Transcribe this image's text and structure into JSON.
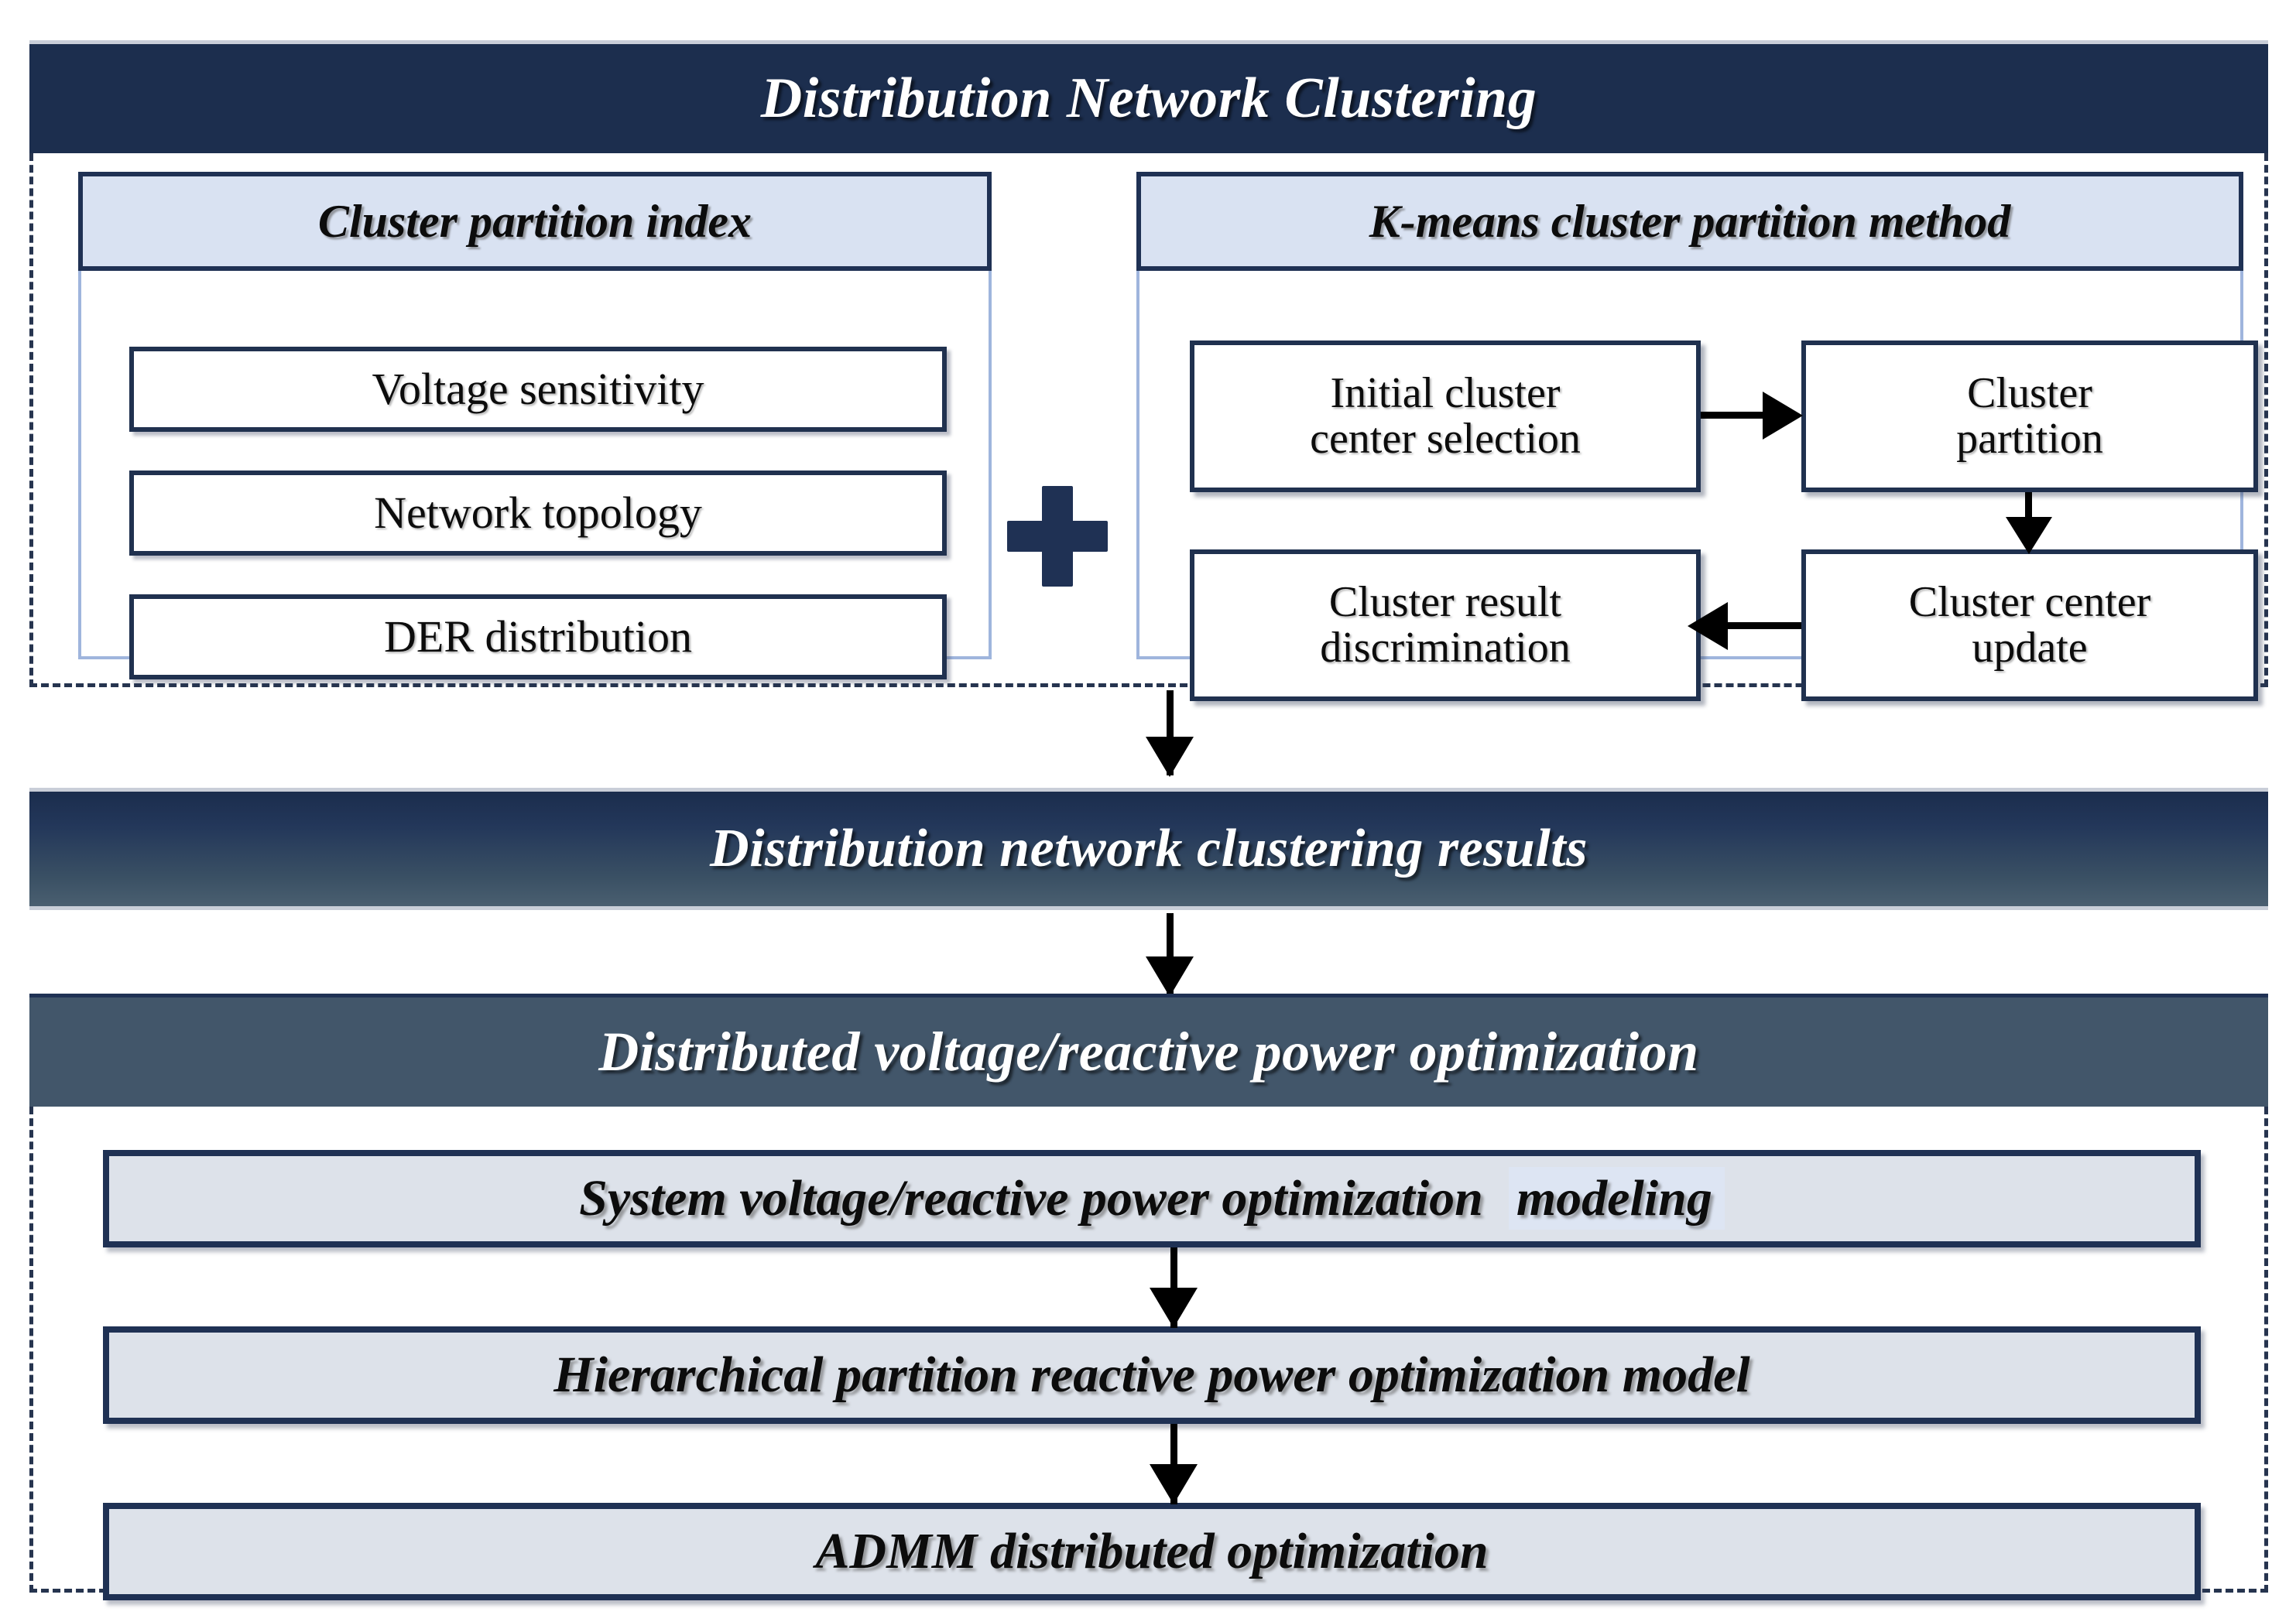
{
  "diagram": {
    "title": "Distribution Network Clustering",
    "sections": {
      "clustering": {
        "header": "Distribution Network Clustering",
        "panels": [
          {
            "header": "Cluster partition index",
            "items": [
              "Voltage sensitivity",
              "Network topology",
              "DER distribution"
            ]
          },
          {
            "header": "K-means cluster partition method",
            "steps": [
              "Initial cluster center selection",
              "Cluster partition",
              "Cluster result discrimination",
              "Cluster center update"
            ],
            "step_lines": {
              "initial_l1": "Initial cluster",
              "initial_l2": "center selection",
              "partition_l1": "Cluster",
              "partition_l2": "partition",
              "result_l1": "Cluster result",
              "result_l2": "discrimination",
              "update_l1": "Cluster center",
              "update_l2": "update"
            }
          }
        ],
        "operator": "+"
      },
      "results": {
        "label": "Distribution network clustering results"
      },
      "optimization": {
        "header": "Distributed voltage/reactive power optimization",
        "boxes": [
          {
            "text_main": "System voltage/reactive power optimization",
            "text_highlight": "modeling"
          },
          {
            "text_main": "Hierarchical partition reactive power optimization model"
          },
          {
            "text_main": "ADMM distributed optimization"
          }
        ]
      }
    },
    "colors": {
      "header_navy": "#1c2e4e",
      "band_gradient_top": "#1b2d4d",
      "band_gradient_bottom": "#4a5f70",
      "optimization_header": "#42566a",
      "panel_header_fill": "#d9e2f2",
      "opt_box_fill": "#dde2ea",
      "box_border": "#20314f",
      "panel_frame_border": "#9fb5dd",
      "dashed_border": "#26344f",
      "arrow": "#000000",
      "text_dark": "#0c0c0c",
      "text_light": "#ffffff"
    }
  }
}
